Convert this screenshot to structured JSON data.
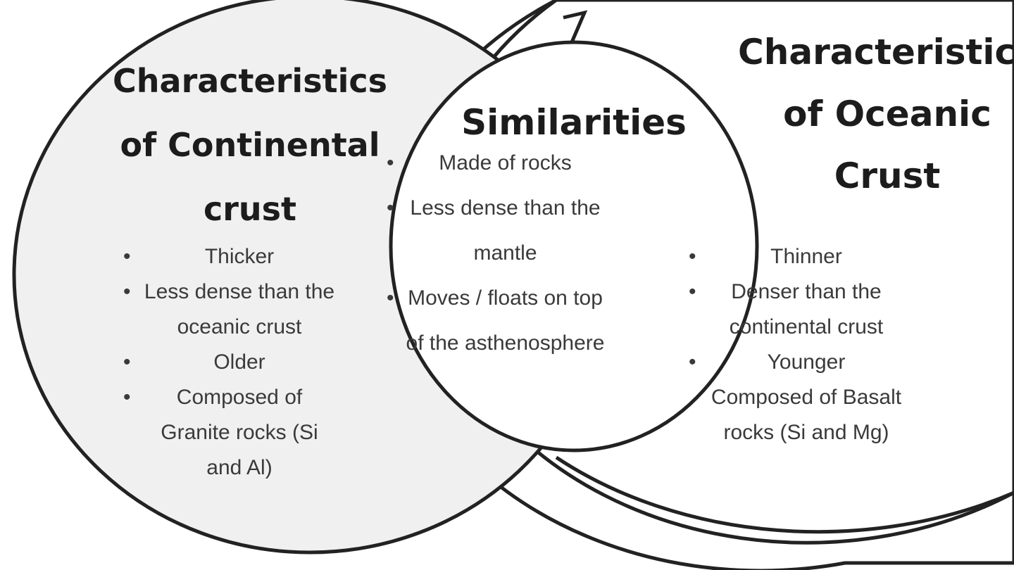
{
  "colors": {
    "outline": "#222222",
    "left_fill": "#f0f0f0",
    "right_fill": "#ffffff",
    "middle_fill": "#ffffff",
    "heading_text": "#1c1c1c",
    "body_text": "#3a3a3a"
  },
  "continental": {
    "title_lines": [
      "Characteristics",
      "of Continental",
      "crust"
    ],
    "items": [
      "Thicker",
      "Less dense than the oceanic crust",
      "Older",
      "Composed of Granite rocks (Si and Al)"
    ]
  },
  "similarities": {
    "title": "Similarities",
    "items": [
      "Made of rocks",
      "Less dense than the mantle",
      "Moves / floats on top of the asthenosphere"
    ]
  },
  "oceanic": {
    "title_lines": [
      "Characteristics",
      "of Oceanic",
      "Crust"
    ],
    "items": [
      "Thinner",
      "Denser than the continental crust",
      "Younger",
      "Composed of Basalt rocks (Si and Mg)"
    ]
  }
}
